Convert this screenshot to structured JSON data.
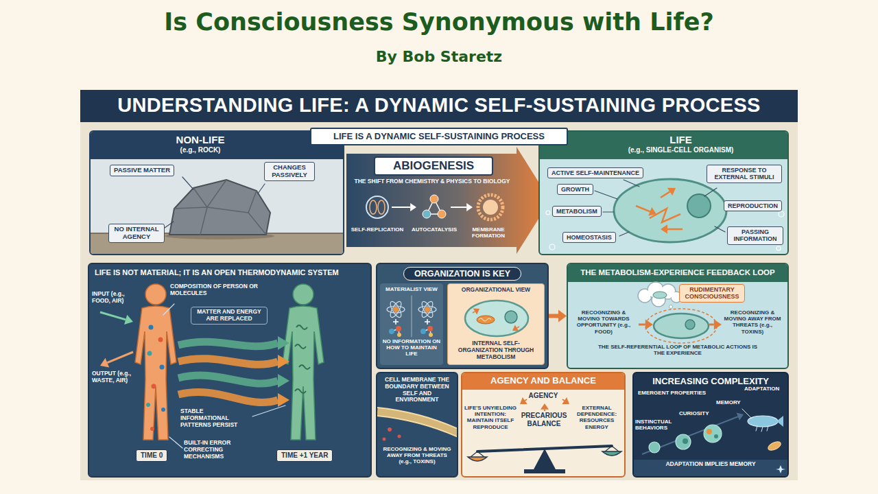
{
  "diagram": {
    "title": "Is Consciousness Synonymous with Life?",
    "nodes": [
      {
        "text": [
          "UNDERSTANDING LIFE: A DYNAMIC SELF-SUSTAINING PROCESS"
        ]
      },
      {
        "text": [
          "NON-LIFE",
          "(e.g., ROCK)"
        ]
      },
      {
        "text": [
          "PASSIVE MATTER"
        ],
        "in": 1
      },
      {
        "text": [
          "CHANGES PASSIVELY"
        ],
        "in": 1
      },
      {
        "text": [
          "NO INTERNAL AGENCY"
        ],
        "in": 1
      },
      {
        "text": [
          "LIFE IS A DYNAMIC SELF-SUSTAINING PROCESS"
        ]
      },
      {
        "text": [
          "ABIOGENESIS",
          "THE SHIFT FROM CHEMISTRY & PHYSICS TO BIOLOGY",
          "SELF-REPLICATION",
          "AUTOCATALYSIS",
          "MEMBRANE FORMATION"
        ]
      },
      {
        "text": [
          "LIFE",
          "(e.g., SINGLE-CELL ORGANISM)"
        ]
      },
      {
        "text": [
          "ACTIVE SELF-MAINTENANCE"
        ],
        "in": 7
      },
      {
        "text": [
          "GROWTH"
        ],
        "in": 7
      },
      {
        "text": [
          "METABOLISM"
        ],
        "in": 7
      },
      {
        "text": [
          "HOMEOSTASIS"
        ],
        "in": 7
      },
      {
        "text": [
          "RESPONSE TO EXTERNAL STIMULI"
        ],
        "in": 7
      },
      {
        "text": [
          "REPRODUCTION"
        ],
        "in": 7
      },
      {
        "text": [
          "PASSING INFORMATION"
        ],
        "in": 7
      },
      {
        "text": [
          "LIFE IS NOT MATERIAL; IT IS AN OPEN THERMODYNAMIC SYSTEM"
        ]
      },
      {
        "text": [
          "TIME 0"
        ],
        "in": 15
      },
      {
        "text": [
          "TIME +1 YEAR"
        ],
        "in": 15
      },
      {
        "text": [
          "ORGANIZATION IS KEY"
        ]
      },
      {
        "text": [
          "MATERIALIST VIEW",
          "NO INFORMATION ON HOW TO MAINTAIN LIFE"
        ],
        "in": 18
      },
      {
        "text": [
          "ORGANIZATIONAL VIEW",
          "INTERNAL SELF-ORGANIZATION THROUGH METABOLISM"
        ],
        "in": 18
      },
      {
        "text": [
          "THE METABOLISM-EXPERIENCE FEEDBACK LOOP"
        ]
      },
      {
        "text": [
          "RUDIMENTARY CONSCIOUSNESS"
        ],
        "in": 21
      },
      {
        "text": [
          "CELL MEMBRANE THE BOUNDARY BETWEEN SELF AND ENVIRONMENT",
          "RECOGNIZING & MOVING AWAY FROM THREATS (e.g., TOXINS)"
        ]
      },
      {
        "text": [
          "AGENCY AND BALANCE"
        ]
      },
      {
        "text": [
          "INCREASING COMPLEXITY"
        ]
      }
    ],
    "edges": [
      {
        "from": 18,
        "to": 21,
        "arrow": "to"
      }
    ],
    "labels": [
      "By Bob Staretz",
      "INPUT (e.g., FOOD, AIR)",
      "COMPOSITION OF PERSON OR MOLECULES",
      "MATTER AND ENERGY ARE REPLACED",
      "OUTPUT (e.g., WASTE, AIR)",
      "STABLE INFORMATIONAL PATTERNS PERSIST",
      "BUILT-IN ERROR CORRECTING MECHANISMS",
      "RECOGNIZING & MOVING TOWARDS OPPORTUNITY (e.g., FOOD)",
      "RECOGNIZING & MOVING AWAY FROM THREATS (e.g., TOXINS)",
      "THE SELF-REFERENTIAL LOOP OF METABOLIC ACTIONS IS THE EXPERIENCE",
      "AGENCY",
      "LIFE'S UNYIELDING INTENTION: MAINTAIN ITSELF REPRODUCE",
      "PRECARIOUS BALANCE",
      "EXTERNAL DEPENDENCE: RESOURCES ENERGY",
      "EMERGENT PROPERTIES",
      "INSTINCTUAL BEHAVIORS",
      "CURIOSITY",
      "MEMORY",
      "ADAPTATION",
      "ADAPTATION IMPLIES MEMORY"
    ]
  }
}
